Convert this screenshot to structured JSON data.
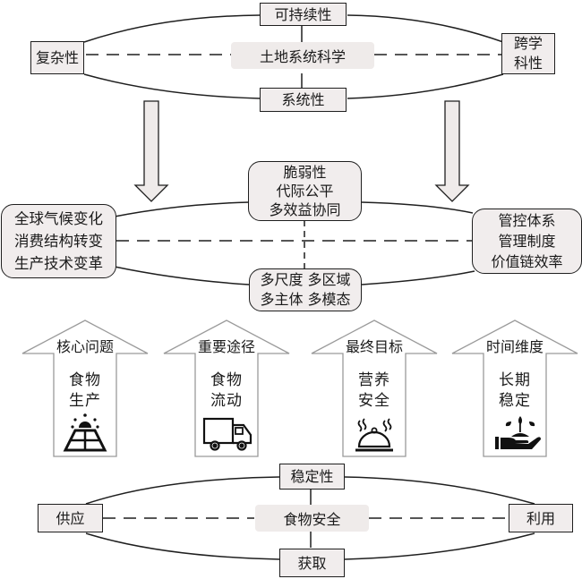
{
  "top_cycle": {
    "center": "土地系统科学",
    "top": "可持续性",
    "bottom": "系统性",
    "left": "复杂性",
    "right": "跨学\n科性"
  },
  "middle_cycle": {
    "top": "脆弱性\n代际公平\n多效益协同",
    "bottom": "多尺度 多区域\n多主体 多模态",
    "left": "全球气候变化\n消费结构转变\n生产技术变革",
    "right": "管控体系\n管理制度\n价值链效率"
  },
  "pillars": [
    {
      "header": "核心问题",
      "body": "食物\n生产",
      "icon": "solar-panel-icon"
    },
    {
      "header": "重要途径",
      "body": "食物\n流动",
      "icon": "truck-icon"
    },
    {
      "header": "最终目标",
      "body": "营养\n安全",
      "icon": "food-cloche-icon"
    },
    {
      "header": "时间维度",
      "body": "长期\n稳定",
      "icon": "hand-plant-icon"
    }
  ],
  "bottom_cycle": {
    "center": "食物安全",
    "top": "稳定性",
    "bottom": "获取",
    "left": "供应",
    "right": "利用"
  }
}
